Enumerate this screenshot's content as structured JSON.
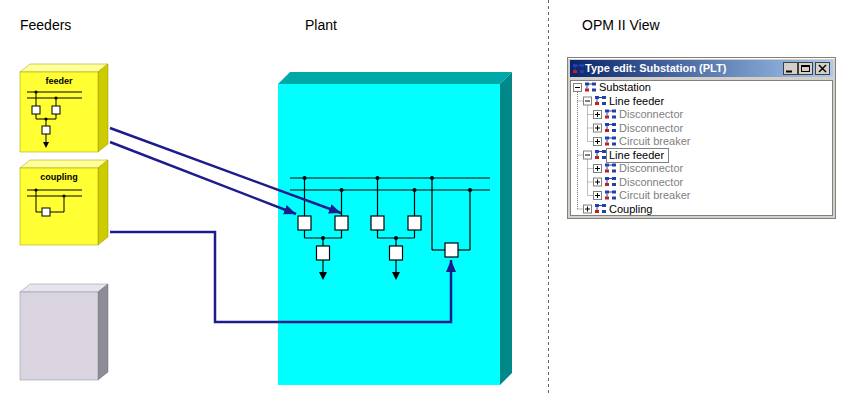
{
  "diagram": {
    "nodes": [
      {
        "text": [
          "feeder"
        ]
      },
      {
        "text": [
          "coupling"
        ]
      },
      {
        "text": [
          "Plant"
        ]
      },
      {
        "text": [
          "Type edit: Substation (PLT)",
          "Substation",
          "Line feeder",
          "Disconnector",
          "Disconnector",
          "Circuit breaker",
          "Line feeder",
          "Disconnector",
          "Disconnector",
          "Circuit breaker",
          "Coupling"
        ]
      }
    ],
    "edges": [
      {
        "from": 0,
        "to": 2,
        "arrow": "to"
      },
      {
        "from": 0,
        "to": 2,
        "arrow": "to"
      },
      {
        "from": 1,
        "to": 2,
        "arrow": "to"
      }
    ],
    "labels": [
      "Feeders",
      "OPM II View"
    ]
  }
}
